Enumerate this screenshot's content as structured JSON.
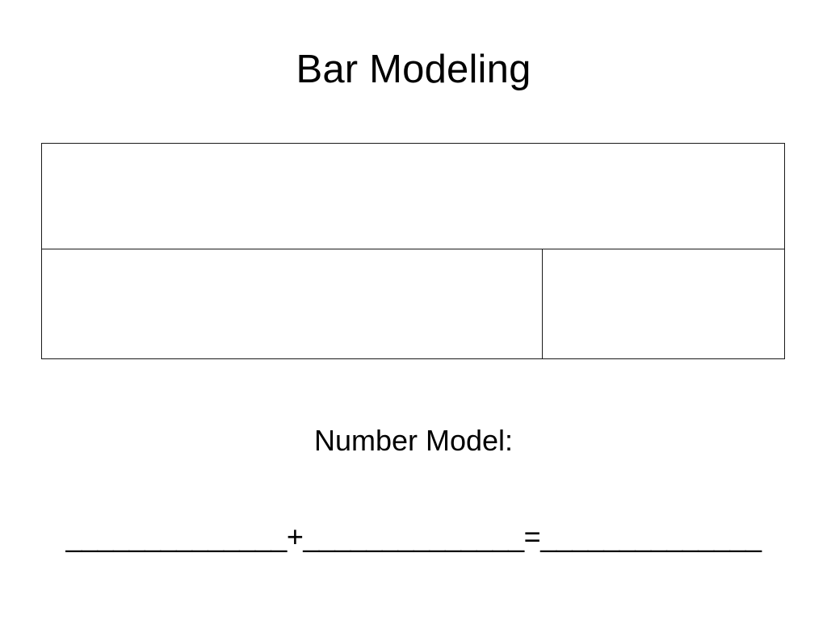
{
  "slide": {
    "title": "Bar Modeling",
    "background_color": "#ffffff",
    "text_color": "#000000",
    "line_color": "#1a1a1a"
  },
  "bar_model": {
    "whole_bar": {
      "label": "",
      "name": "whole-bar"
    },
    "part_bars": [
      {
        "label": "",
        "name": "part-bar-left"
      },
      {
        "label": "",
        "name": "part-bar-right"
      }
    ]
  },
  "number_model": {
    "label": "Number Model:",
    "equation": {
      "blank_1": "______________",
      "operator_plus": "+",
      "blank_2": "______________",
      "operator_equals": "=",
      "blank_3": "______________",
      "full_text": "______________+______________=______________"
    }
  }
}
